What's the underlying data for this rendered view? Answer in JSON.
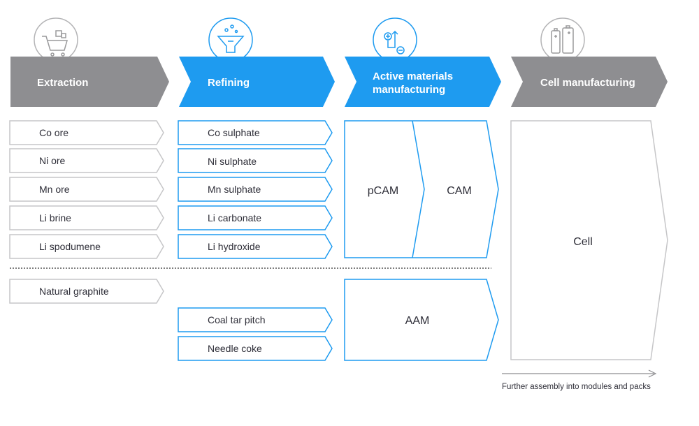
{
  "colors": {
    "grey_header": "#8e8e91",
    "blue_header": "#1e9bf0",
    "grey_outline": "#c6c6c8",
    "blue_outline": "#1e9bf0",
    "icon_circle": "#b4b4b6",
    "text_dark": "#2e2e38",
    "text_white": "#ffffff"
  },
  "stages": [
    {
      "label_lines": [
        "Extraction"
      ],
      "icon": "shopping-cart-icon",
      "style": "grey"
    },
    {
      "label_lines": [
        "Refining"
      ],
      "icon": "funnel-filter-icon",
      "style": "blue"
    },
    {
      "label_lines": [
        "Active materials",
        "manufacturing"
      ],
      "icon": "plus-minus-arrows-icon",
      "style": "blue"
    },
    {
      "label_lines": [
        "Cell manufacturing"
      ],
      "icon": "batteries-icon",
      "style": "grey"
    }
  ],
  "extraction_items": [
    "Co ore",
    "Ni ore",
    "Mn ore",
    "Li brine",
    "Li spodumene",
    "Natural graphite"
  ],
  "refining_items": [
    "Co sulphate",
    "Ni sulphate",
    "Mn sulphate",
    "Li carbonate",
    "Li hydroxide",
    "Coal tar pitch",
    "Needle coke"
  ],
  "active_materials": {
    "pcam": "pCAM",
    "cam": "CAM",
    "aam": "AAM"
  },
  "cell": {
    "label": "Cell"
  },
  "footer_note": "Further assembly into modules and packs"
}
